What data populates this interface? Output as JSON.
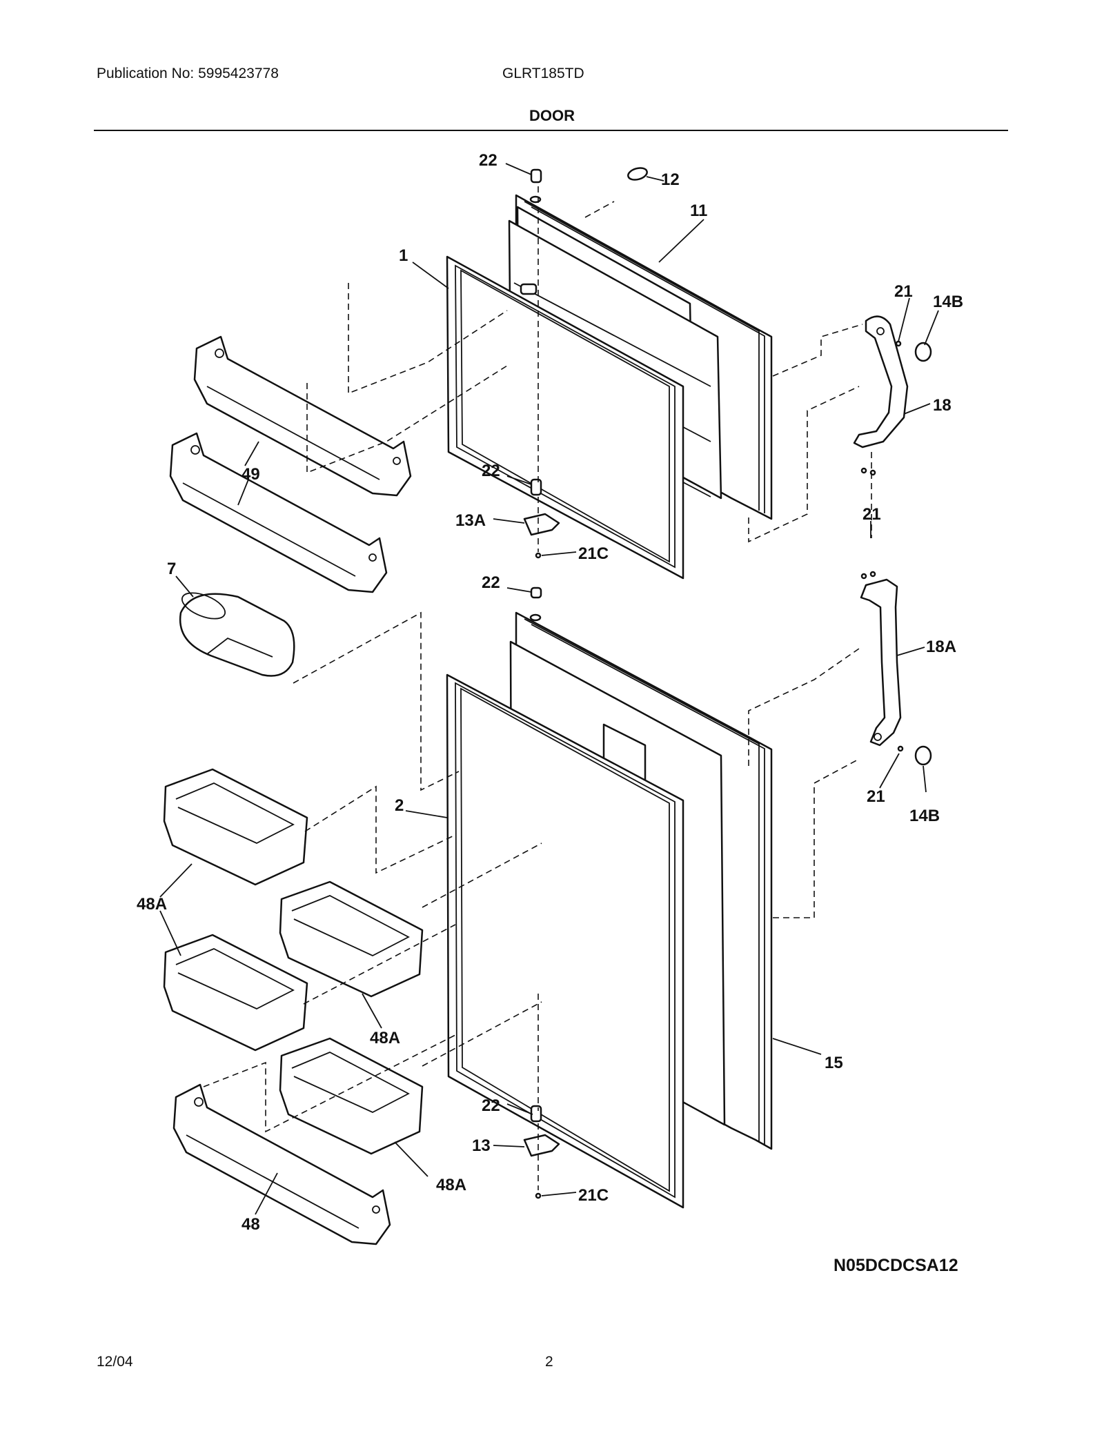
{
  "header": {
    "publication": "Publication No: 5995423778",
    "model": "GLRT185TD",
    "title": "DOOR"
  },
  "callouts": {
    "c22a": "22",
    "c12": "12",
    "c11": "11",
    "c1": "1",
    "c21a": "21",
    "c14Ba": "14B",
    "c18": "18",
    "c49": "49",
    "c22b": "22",
    "c13A": "13A",
    "c21Ca": "21C",
    "c21b": "21",
    "c7": "7",
    "c22c": "22",
    "c18A": "18A",
    "c2": "2",
    "c21c": "21",
    "c14Bb": "14B",
    "c48Aa": "48A",
    "c48Ab": "48A",
    "c15": "15",
    "c22d": "22",
    "c13": "13",
    "c48Ac": "48A",
    "c21Cb": "21C",
    "c48": "48"
  },
  "diagram_code": "N05DCDCSA12",
  "footer": {
    "date": "12/04",
    "page": "2"
  }
}
